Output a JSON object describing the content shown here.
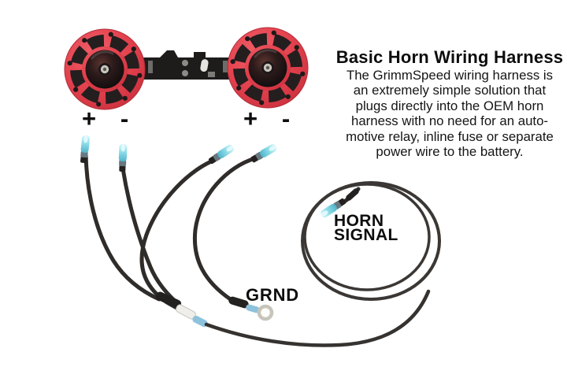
{
  "title": "Basic Horn Wiring Harness",
  "description": {
    "lines": [
      "The GrimmSpeed wiring harness is",
      "an extremely simple solution that",
      "plugs directly into the OEM horn",
      "harness with no need for an auto-",
      "motive relay, inline fuse or separate",
      "power wire to the battery."
    ]
  },
  "terminals": {
    "left_horn": {
      "plus": "+",
      "minus": "-"
    },
    "right_horn": {
      "plus": "+",
      "minus": "-"
    }
  },
  "wire_labels": {
    "ground": "GRND",
    "horn_signal_line1": "HORN",
    "horn_signal_line2": "SIGNAL"
  },
  "icons": {
    "left_horn": "horn-speaker-icon",
    "right_horn": "horn-speaker-icon",
    "bracket": "mounting-bracket-icon",
    "spade_connector": "spade-connector-icon",
    "ring_terminal": "ring-terminal-icon"
  },
  "colors": {
    "horn_red": "#e2414d",
    "wire_black": "#2f2c2a",
    "connector_cyan": "#9fe3ee",
    "splice_blue": "#8ec2dc",
    "text": "#0d0d0d",
    "background": "#ffffff"
  }
}
